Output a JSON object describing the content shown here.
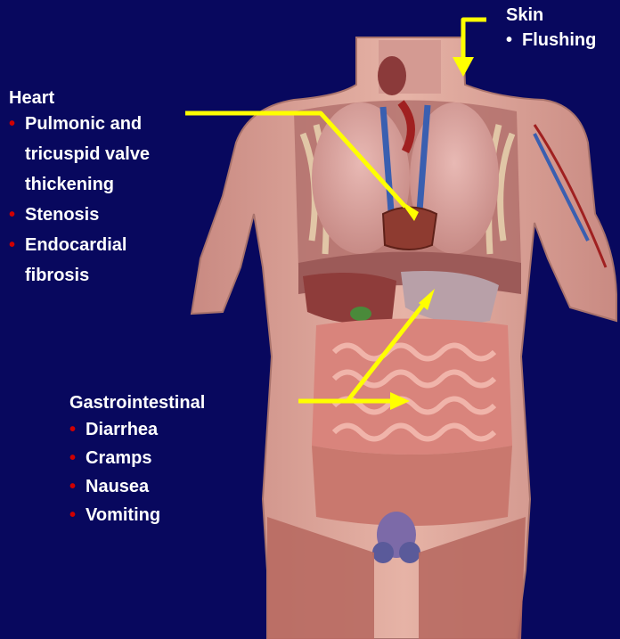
{
  "colors": {
    "background": "#08085e",
    "text": "#ffffff",
    "bullet_red": "#d00000",
    "arrow": "#ffff00"
  },
  "labels": {
    "heart": {
      "title": "Heart",
      "items": [
        {
          "line1": "Pulmonic and",
          "line2": "tricuspid valve",
          "line3": "thickening"
        },
        {
          "line1": "Stenosis"
        },
        {
          "line1": "Endocardial",
          "line2": "fibrosis"
        }
      ]
    },
    "skin": {
      "title": "Skin",
      "items": [
        "Flushing"
      ]
    },
    "gastrointestinal": {
      "title": "Gastrointestinal",
      "items": [
        "Diarrhea",
        "Cramps",
        "Nausea",
        "Vomiting"
      ]
    }
  },
  "icons": [
    "human-torso-anatomy-illustration",
    "arrow-icon"
  ]
}
